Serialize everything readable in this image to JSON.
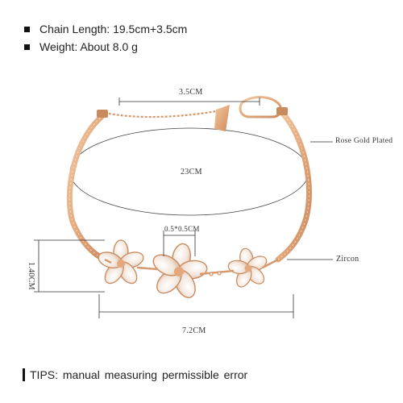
{
  "specs": {
    "chain_length": "Chain Length: 19.5cm+3.5cm",
    "weight": "Weight: About 8.0 g"
  },
  "dimensions": {
    "extender": "3.5CM",
    "circumference": "23CM",
    "flower_size": "0.5*0.5CM",
    "height": "1.40CM",
    "pendant_width": "7.2CM"
  },
  "callouts": {
    "material": "Rose Gold Plated",
    "stone": "Zircon"
  },
  "tips": "TIPS:  manual  measuring permissible  error",
  "colors": {
    "rose_gold": "#e8b48a",
    "rose_gold_dark": "#c98a5e",
    "stone": "#f3e6dc",
    "line": "#333333"
  }
}
